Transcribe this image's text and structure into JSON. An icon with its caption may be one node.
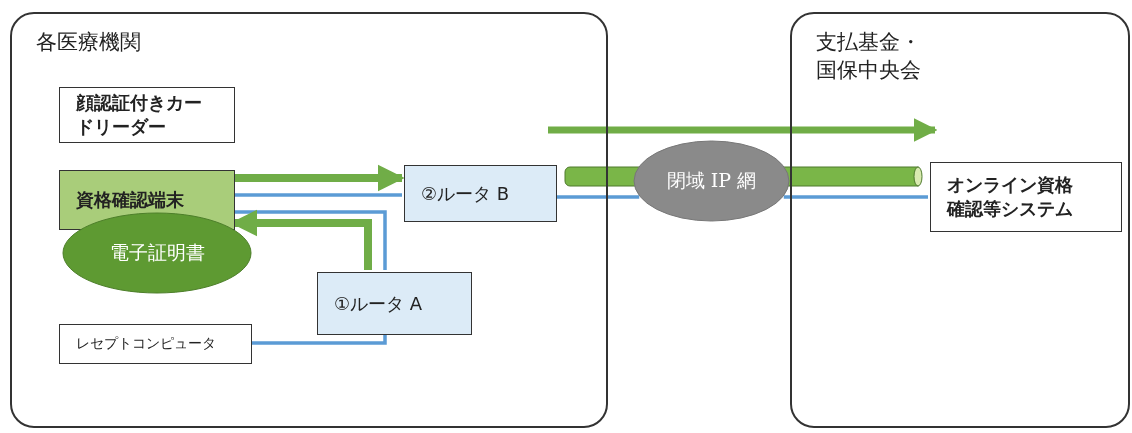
{
  "diagram": {
    "nodes": [
      {
        "text": [
          "各医療機関"
        ]
      },
      {
        "text": [
          "顔認証付きカードリーダー"
        ],
        "in": 0
      },
      {
        "text": [
          "資格確認端末"
        ],
        "in": 0
      },
      {
        "text": [
          "電子証明書"
        ],
        "in": 0
      },
      {
        "text": [
          "①ルータ A"
        ],
        "in": 0
      },
      {
        "text": [
          "②ルータ B"
        ],
        "in": 0
      },
      {
        "text": [
          "レセプトコンピュータ"
        ],
        "in": 0
      },
      {
        "text": [
          "支払基金・国保中央会"
        ]
      },
      {
        "text": [
          "閉域 IP 網"
        ]
      },
      {
        "text": [
          "オンライン資格確認等システム"
        ],
        "in": 7
      }
    ],
    "edges": [
      {
        "from": 2,
        "to": 5,
        "arrow": "none"
      },
      {
        "from": 2,
        "to": 4,
        "arrow": "none"
      },
      {
        "from": 6,
        "to": 4,
        "arrow": "none"
      },
      {
        "from": 5,
        "to": 8,
        "arrow": "none"
      },
      {
        "from": 8,
        "to": 9,
        "arrow": "none"
      },
      {
        "from": 2,
        "to": 5,
        "arrow": "to",
        "style": "thick",
        "color": "#70ad47"
      },
      {
        "from": 4,
        "to": 2,
        "arrow": "to",
        "style": "thick",
        "color": "#70ad47"
      }
    ]
  }
}
